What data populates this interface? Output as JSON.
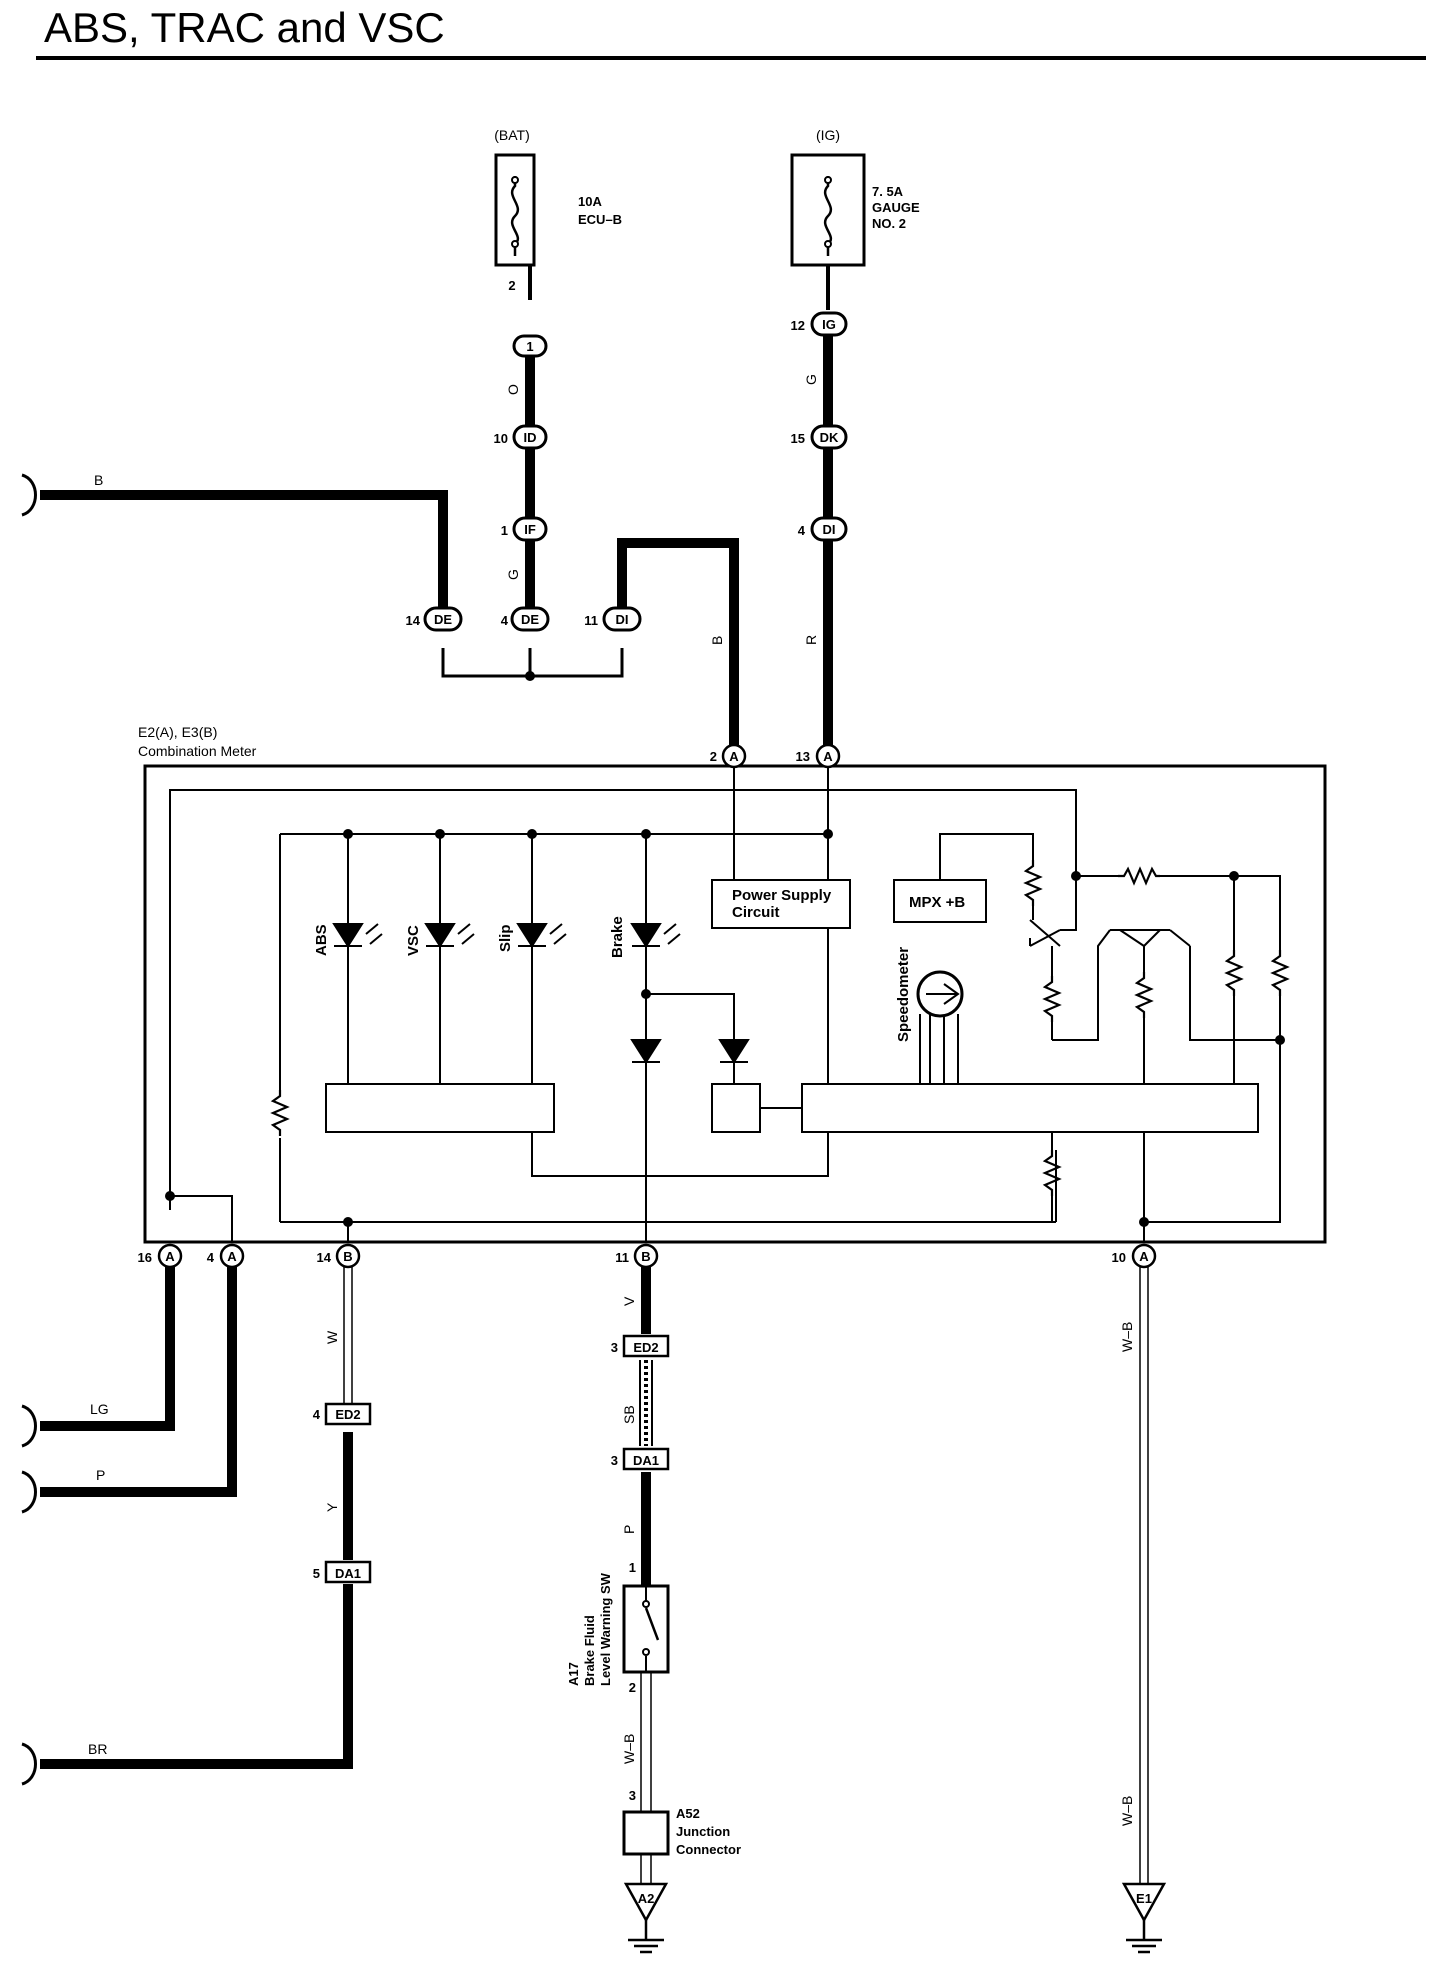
{
  "title": "ABS, TRAC and VSC",
  "fuses": [
    {
      "source": "(BAT)",
      "rating": "10A",
      "name": "ECU–B",
      "name2": "",
      "pin": "2"
    },
    {
      "source": "(IG)",
      "rating": "7. 5A",
      "name": "GAUGE",
      "name2": "NO. 2",
      "pin": ""
    }
  ],
  "meter": {
    "id": "E2(A), E3(B)",
    "name": "Combination Meter"
  },
  "connectors": [
    {
      "pin": "",
      "code": "1"
    },
    {
      "pin": "10",
      "code": "ID"
    },
    {
      "pin": "1",
      "code": "IF"
    },
    {
      "pin": "14",
      "code": "DE"
    },
    {
      "pin": "4",
      "code": "DE"
    },
    {
      "pin": "11",
      "code": "DI"
    },
    {
      "pin": "12",
      "code": "IG"
    },
    {
      "pin": "15",
      "code": "DK"
    },
    {
      "pin": "4",
      "code": "DI"
    }
  ],
  "meter_pins": [
    {
      "pin": "2",
      "code": "A"
    },
    {
      "pin": "13",
      "code": "A"
    },
    {
      "pin": "16",
      "code": "A"
    },
    {
      "pin": "4",
      "code": "A"
    },
    {
      "pin": "14",
      "code": "B"
    },
    {
      "pin": "11",
      "code": "B"
    },
    {
      "pin": "10",
      "code": "A"
    }
  ],
  "wire_colors": {
    "b_left": "B",
    "o": "O",
    "g_mid": "G",
    "b_mid": "B",
    "g_right": "G",
    "r": "R",
    "lg": "LG",
    "p_left": "P",
    "w": "W",
    "y": "Y",
    "br": "BR",
    "v": "V",
    "sb": "SB",
    "p_mid": "P",
    "wb_mid": "W–B",
    "wb_right_1": "W–B",
    "wb_right_2": "W–B"
  },
  "inline_connectors": [
    {
      "pin": "4",
      "code": "ED2"
    },
    {
      "pin": "5",
      "code": "DA1"
    },
    {
      "pin": "3",
      "code": "ED2"
    },
    {
      "pin": "3",
      "code": "DA1"
    }
  ],
  "internal": {
    "lamps": [
      "ABS",
      "VSC",
      "Slip",
      "Brake"
    ],
    "power_supply": [
      "Power Supply",
      "Circuit"
    ],
    "mpx": "MPX +B",
    "speedometer": "Speedometer"
  },
  "switch": {
    "id": "A17",
    "line1": "Brake Fluid",
    "line2": "Level Warning SW",
    "pin_top": "1",
    "pin_bottom": "2"
  },
  "junction": {
    "pin": "3",
    "id": "A52",
    "line1": "Junction",
    "line2": "Connector"
  },
  "grounds": [
    "A2",
    "E1"
  ]
}
